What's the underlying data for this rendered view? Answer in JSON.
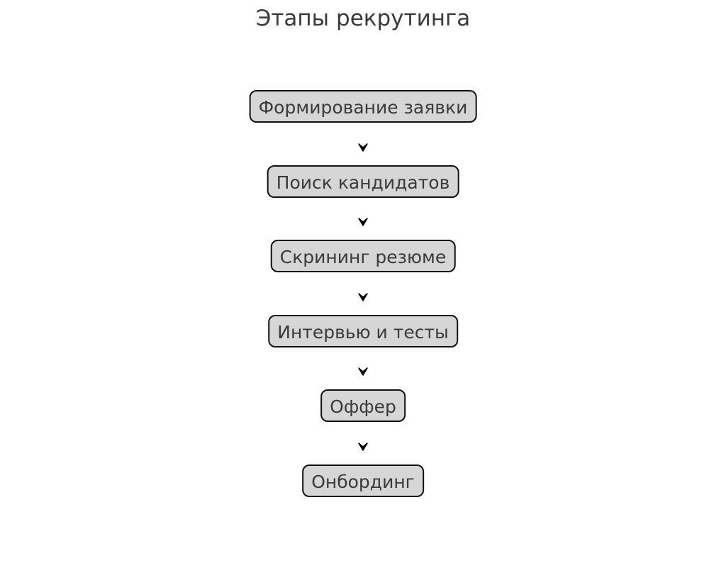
{
  "diagram": {
    "title": "Этапы рекрутинга",
    "steps": [
      "Формирование заявки",
      "Поиск кандидатов",
      "Скрининг резюме",
      "Интервью и тесты",
      "Оффер",
      "Онбординг"
    ],
    "colors": {
      "node_fill": "#d6d6d6",
      "node_border": "#111111",
      "text": "#3a3a3a",
      "arrow": "#000000"
    },
    "icons": {
      "connector": "arrow-down-icon"
    }
  }
}
